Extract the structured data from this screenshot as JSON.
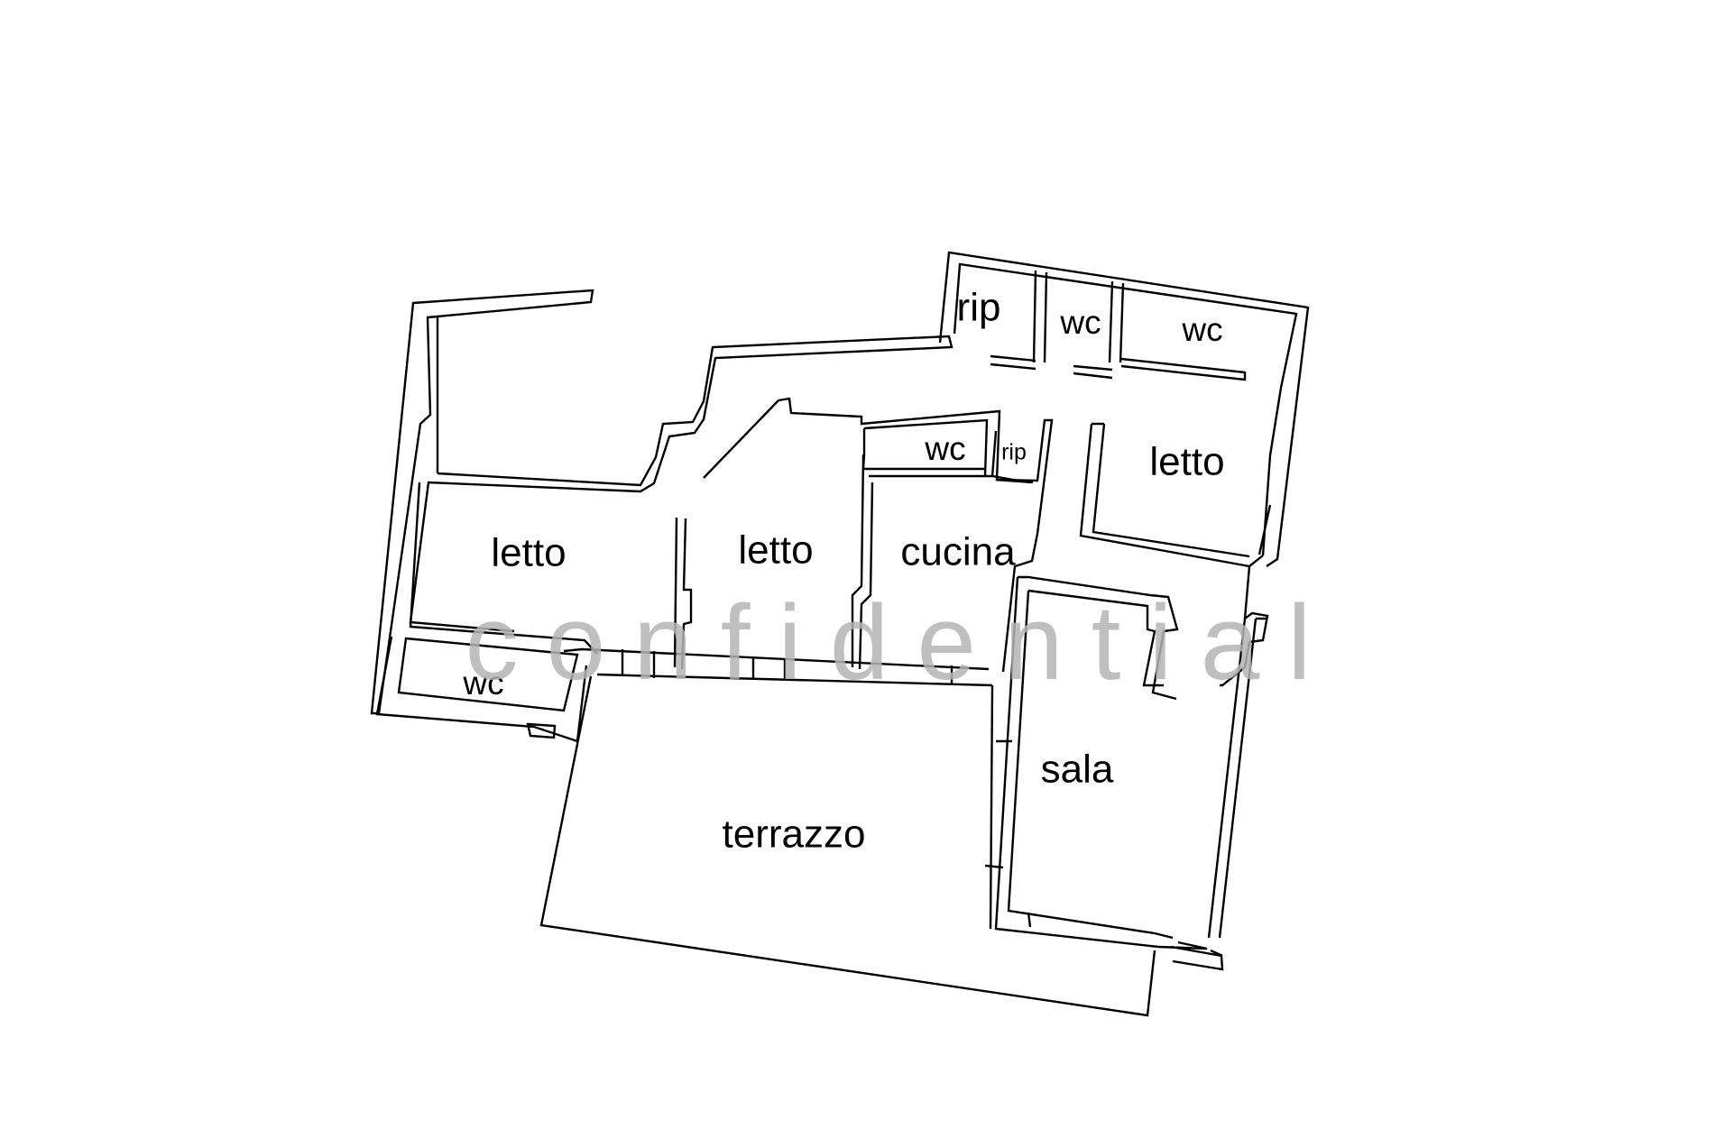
{
  "floor_plan": {
    "rooms": {
      "rip_top": "rip",
      "wc_top_left": "wc",
      "wc_top_right": "wc",
      "letto_right": "letto",
      "wc_middle": "wc",
      "rip_middle": "rip",
      "letto_left": "letto",
      "letto_center": "letto",
      "cucina": "cucina",
      "wc_bottom_left": "wc",
      "sala": "sala",
      "terrazzo": "terrazzo"
    },
    "watermark": "confidential"
  }
}
